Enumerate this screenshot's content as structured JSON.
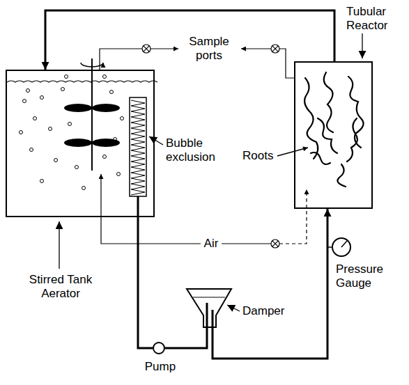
{
  "diagram": {
    "nodes": [
      {
        "text": [
          "Stirred Tank Aerator"
        ]
      },
      {
        "text": [
          "Tubular Reactor"
        ]
      },
      {
        "text": [
          "Pump"
        ]
      },
      {
        "text": [
          "Damper"
        ]
      },
      {
        "text": [
          "Pressure Gauge"
        ]
      }
    ],
    "edges": [
      {
        "from": 0,
        "to": 2,
        "arrow": "none"
      },
      {
        "from": 2,
        "to": 3,
        "arrow": "none"
      },
      {
        "from": 3,
        "to": 1,
        "arrow": "to"
      },
      {
        "from": 1,
        "to": 0,
        "arrow": "to"
      }
    ],
    "labels": [
      "Sample ports",
      "Bubble exclusion",
      "Roots",
      "Air"
    ]
  }
}
